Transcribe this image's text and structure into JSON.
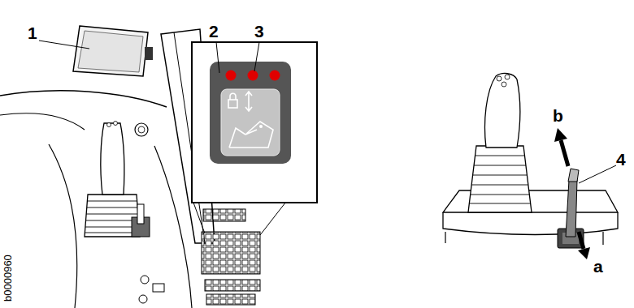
{
  "diagram": {
    "labels": [
      "1",
      "2",
      "3",
      "b0000960",
      "b",
      "4",
      "a"
    ]
  }
}
